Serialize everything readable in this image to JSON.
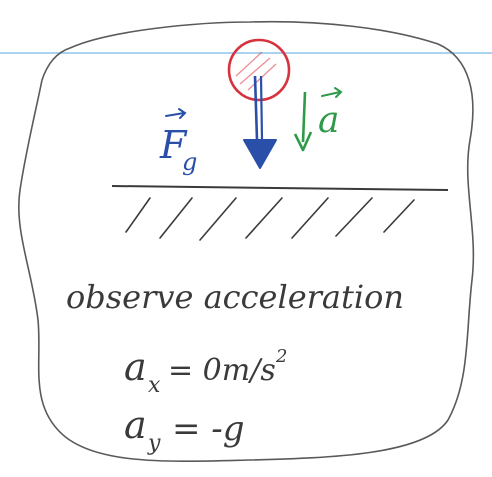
{
  "labels": {
    "gravity_force": "F",
    "gravity_force_subscript": "g",
    "acceleration": "a",
    "observe": "observe acceleration"
  },
  "equations": {
    "ax": "a",
    "ax_subscript": "x",
    "ax_rhs": "= 0m/s",
    "ax_exponent": "2",
    "ay": "a",
    "ay_subscript": "y",
    "ay_rhs": "= -g"
  },
  "colors": {
    "ink": "#3a3a3a",
    "gravity": "#2a4fa8",
    "acceleration": "#2f9b4a",
    "ball": "#d8323f",
    "line": "#8fc3e8"
  }
}
